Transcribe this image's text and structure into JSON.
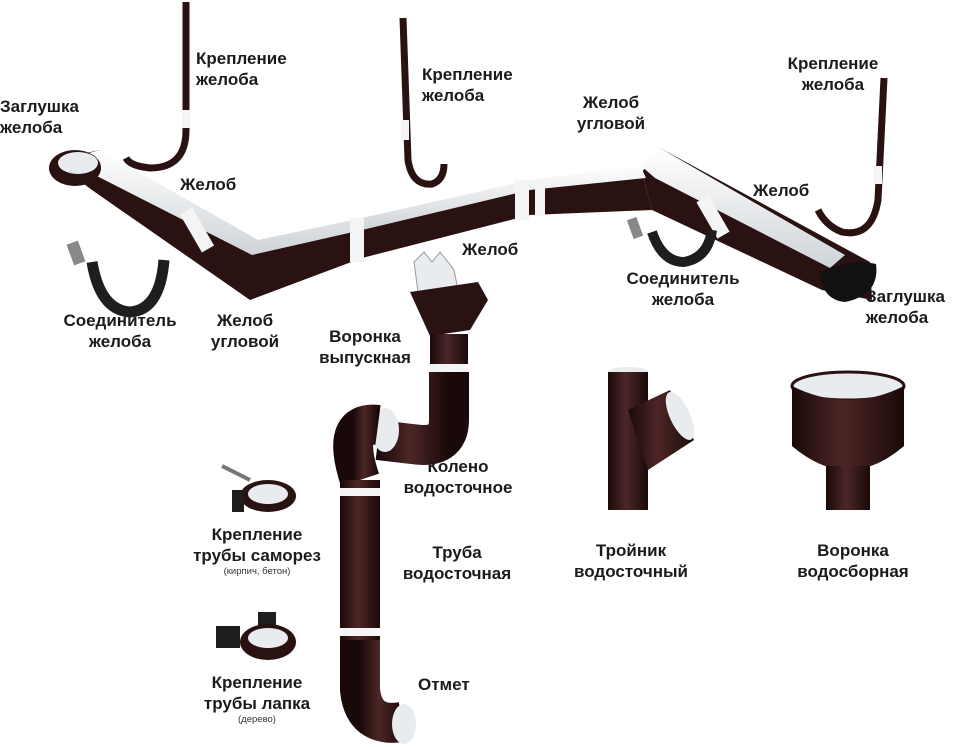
{
  "colors": {
    "metal": "#2a1212",
    "metal_light": "#4a2424",
    "inner": "#e9ecef",
    "band": "#f4f4f4"
  },
  "labels": {
    "gutter_cap_left": [
      "Заглушка",
      "желоба"
    ],
    "bracket_left": [
      "Крепление",
      "желоба"
    ],
    "bracket_mid": [
      "Крепление",
      "желоба"
    ],
    "bracket_right": [
      "Крепление",
      "желоба"
    ],
    "corner_top": [
      "Желоб",
      "угловой"
    ],
    "gutter_left": "Желоб",
    "gutter_mid": "Желоб",
    "gutter_right": "Желоб",
    "connector_left": [
      "Соединитель",
      "желоба"
    ],
    "connector_right": [
      "Соединитель",
      "желоба"
    ],
    "corner_bottom": [
      "Желоб",
      "угловой"
    ],
    "gutter_cap_right": [
      "Заглушка",
      "желоба"
    ],
    "outlet_funnel": [
      "Воронка",
      "выпускная"
    ],
    "elbow": [
      "Колено",
      "водосточное"
    ],
    "pipe": [
      "Труба",
      "водосточная"
    ],
    "outlet": "Отмет",
    "clamp_screw": [
      "Крепление",
      "трубы саморез"
    ],
    "clamp_screw_note": "(кирпич, бетон)",
    "clamp_wood": [
      "Крепление",
      "трубы лапка"
    ],
    "clamp_wood_note": "(дерево)",
    "tee": [
      "Тройник",
      "водосточный"
    ],
    "collector_funnel": [
      "Воронка",
      "водосборная"
    ]
  }
}
